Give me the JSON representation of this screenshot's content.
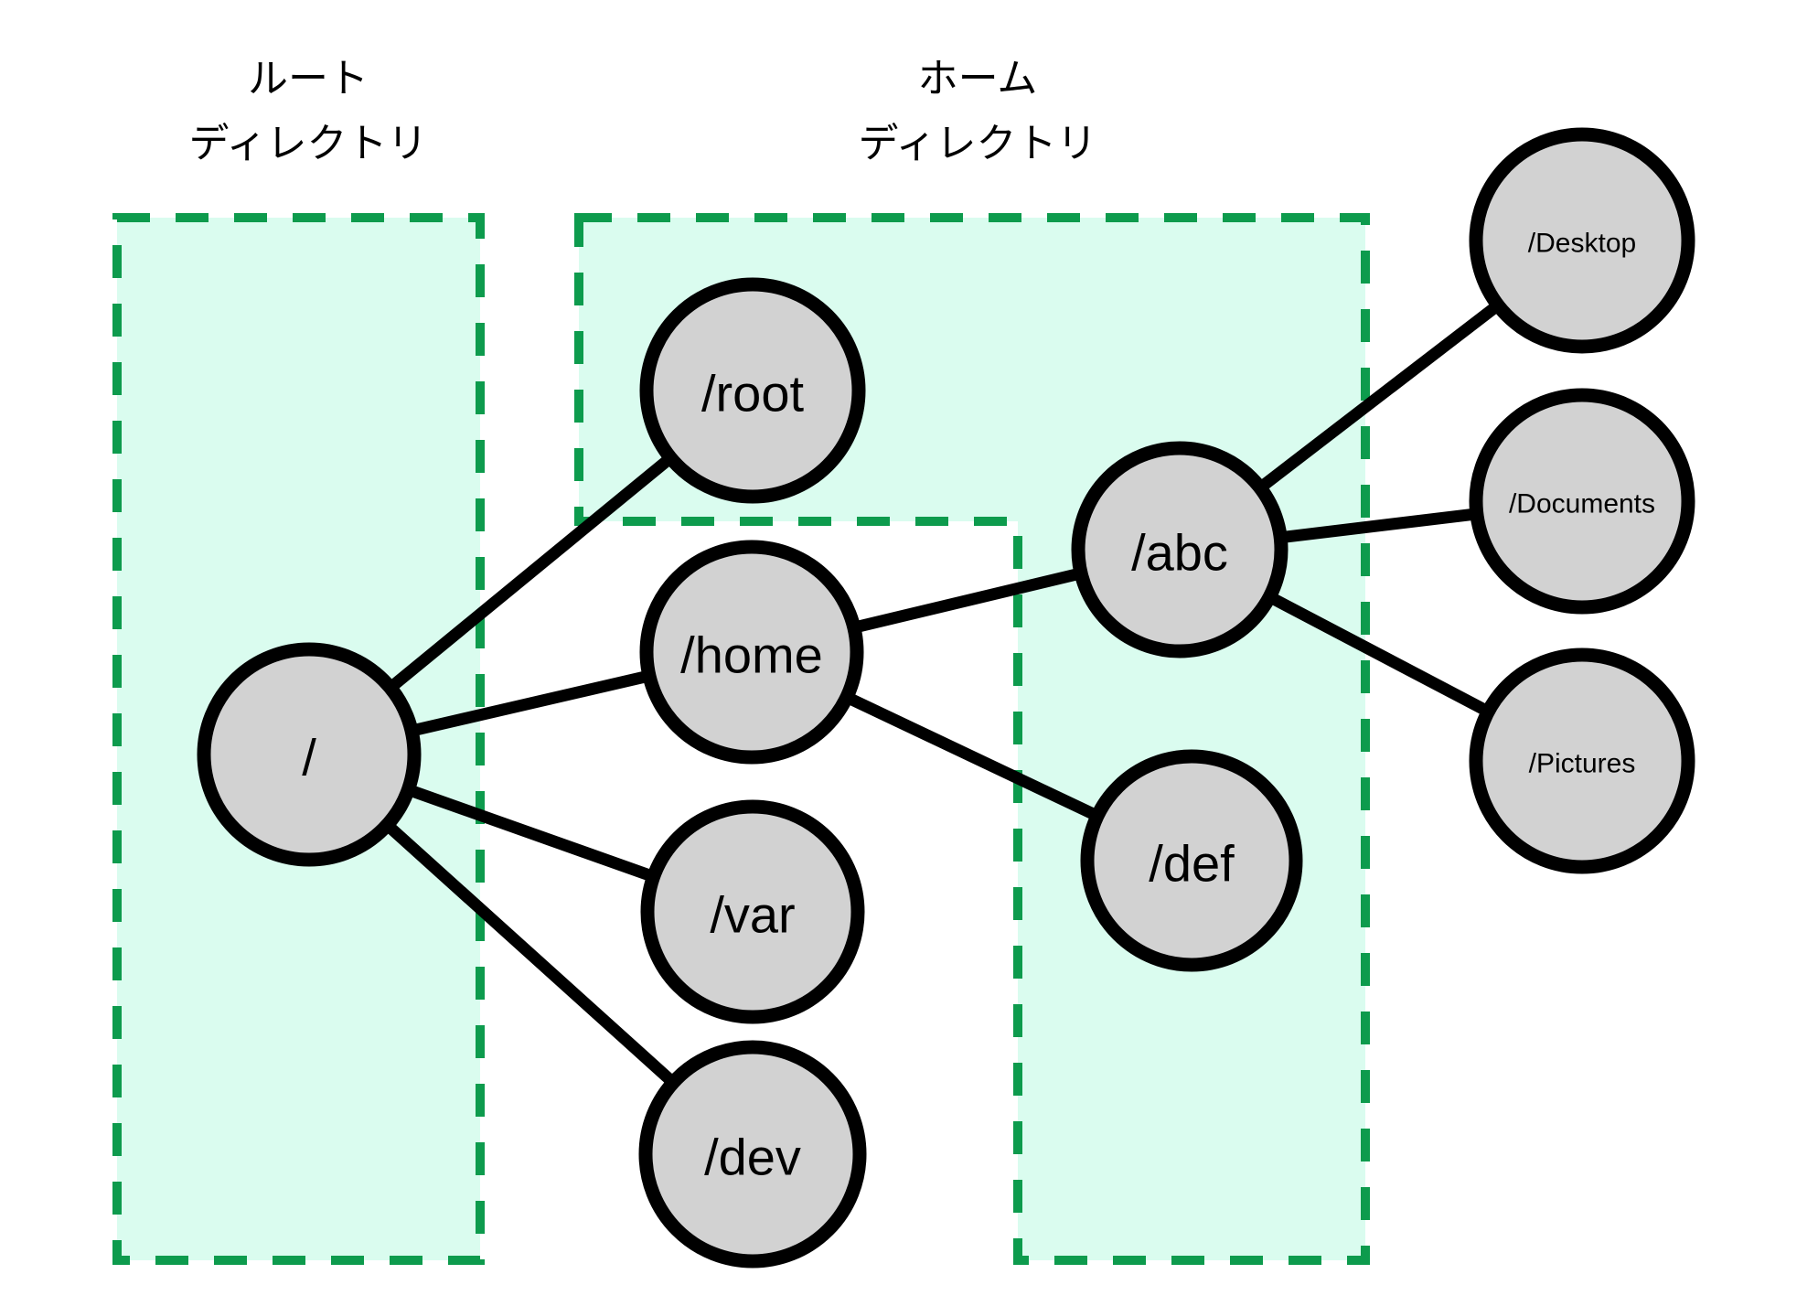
{
  "diagram": {
    "kind": "filesystem-tree",
    "region_labels": {
      "root_directory": {
        "line1": "ルート",
        "line2": "ディレクトリ"
      },
      "home_directory": {
        "line1": "ホーム",
        "line2": "ディレクトリ"
      }
    },
    "nodes": {
      "slash": {
        "label": "/"
      },
      "root": {
        "label": "/root"
      },
      "home": {
        "label": "/home"
      },
      "var": {
        "label": "/var"
      },
      "dev": {
        "label": "/dev"
      },
      "abc": {
        "label": "/abc"
      },
      "def": {
        "label": "/def"
      },
      "desktop": {
        "label": "/Desktop"
      },
      "documents": {
        "label": "/Documents"
      },
      "pictures": {
        "label": "/Pictures"
      }
    },
    "edges": [
      {
        "from": "/",
        "to": "/root"
      },
      {
        "from": "/",
        "to": "/home"
      },
      {
        "from": "/",
        "to": "/var"
      },
      {
        "from": "/",
        "to": "/dev"
      },
      {
        "from": "/home",
        "to": "/abc"
      },
      {
        "from": "/home",
        "to": "/def"
      },
      {
        "from": "/abc",
        "to": "/Desktop"
      },
      {
        "from": "/abc",
        "to": "/Documents"
      },
      {
        "from": "/abc",
        "to": "/Pictures"
      }
    ],
    "colors": {
      "background": "#ffffff",
      "region_fill": "#dafcef",
      "region_border": "#0d9b4d",
      "node_fill": "#d2d2d2",
      "node_border": "#000000",
      "edge": "#000000",
      "text": "#000000"
    }
  }
}
